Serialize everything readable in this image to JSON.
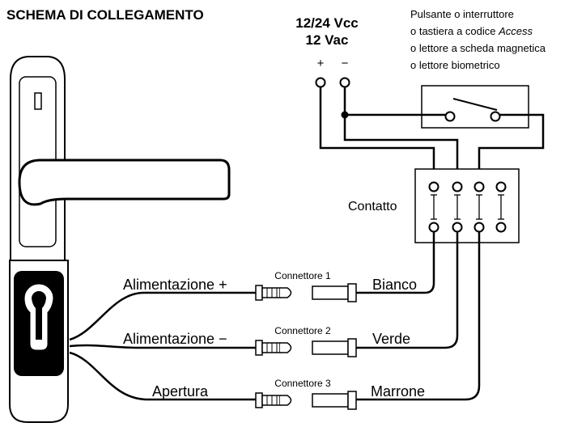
{
  "title": "SCHEMA DI COLLEGAMENTO",
  "power": {
    "line1": "12/24 Vcc",
    "line2": "12 Vac",
    "plus": "+",
    "minus": "−"
  },
  "switch_desc": {
    "line1": "Pulsante o interruttore",
    "line2_prefix": "o tastiera a codice ",
    "line2_italic": "Access",
    "line3": "o lettore a scheda magnetica",
    "line4": "o lettore biometrico"
  },
  "contact_label": "Contatto",
  "wires": [
    {
      "label": "Alimentazione +",
      "connector": "Connettore 1",
      "color_name": "Bianco"
    },
    {
      "label": "Alimentazione −",
      "connector": "Connettore 2",
      "color_name": "Verde"
    },
    {
      "label": "Apertura",
      "connector": "Connettore 3",
      "color_name": "Marrone"
    }
  ]
}
